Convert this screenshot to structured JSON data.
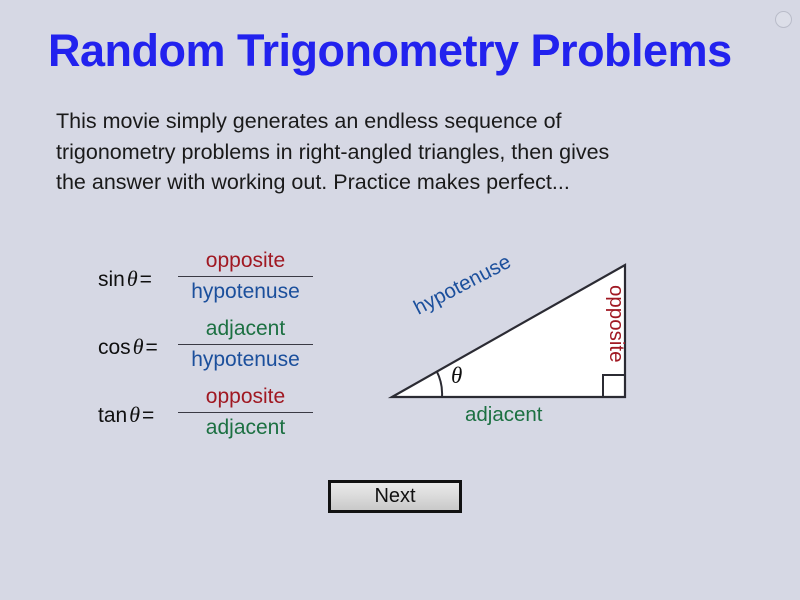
{
  "slide": {
    "background_color": "#d6d8e4",
    "title": "Random Trigonometry Problems",
    "title_color": "#2222ee",
    "intro_lines": [
      "This movie simply generates an endless sequence of",
      "trigonometry problems in right-angled triangles, then gives",
      "the answer with working out. Practice makes perfect..."
    ]
  },
  "colors": {
    "opposite": "#a01822",
    "hypotenuse": "#1b4f9c",
    "adjacent": "#1c7042",
    "text": "#101010",
    "title": "#2222ee"
  },
  "formulas": [
    {
      "function": "sin",
      "label": "sin",
      "variable": "θ",
      "equals": "=",
      "numerator": "opposite",
      "denominator": "hypotenuse",
      "numerator_color": "#a01822",
      "denominator_color": "#1b4f9c"
    },
    {
      "function": "cos",
      "label": "cos",
      "variable": "θ",
      "equals": "=",
      "numerator": "adjacent",
      "denominator": "hypotenuse",
      "numerator_color": "#1c7042",
      "denominator_color": "#1b4f9c"
    },
    {
      "function": "tan",
      "label": "tan",
      "variable": "θ",
      "equals": "=",
      "numerator": "opposite",
      "denominator": "adjacent",
      "numerator_color": "#a01822",
      "denominator_color": "#1c7042"
    }
  ],
  "triangle": {
    "hypotenuse_label": "hypotenuse",
    "opposite_label": "opposite",
    "adjacent_label": "adjacent",
    "angle_label": "θ",
    "fill": "#ffffff",
    "stroke": "#2b2b33",
    "has_right_angle_marker": true
  },
  "controls": {
    "next_label": "Next",
    "corner_button": "circle-button"
  }
}
